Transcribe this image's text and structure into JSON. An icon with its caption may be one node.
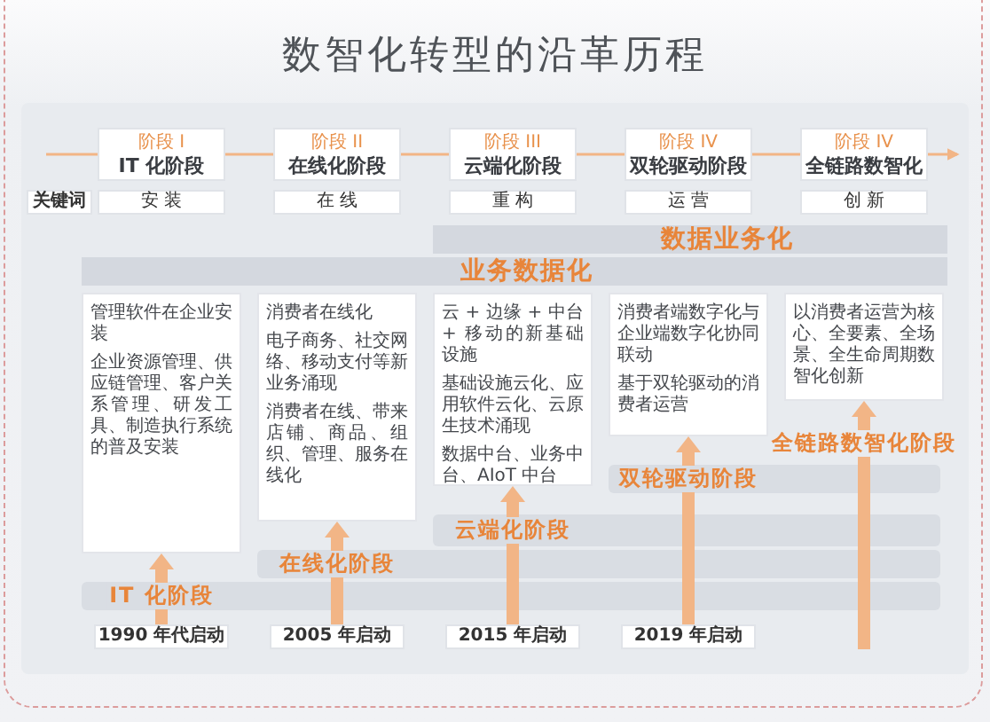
{
  "diagram": {
    "title": "数智化转型的沿革历程",
    "nodes": [
      {
        "text": [
          "阶段 I",
          "IT 化阶段"
        ]
      },
      {
        "text": [
          "阶段 II",
          "在线化阶段"
        ]
      },
      {
        "text": [
          "阶段 III",
          "云端化阶段"
        ]
      },
      {
        "text": [
          "阶段 IV",
          "双轮驱动阶段"
        ]
      },
      {
        "text": [
          "阶段 IV",
          "全链路数智化"
        ]
      },
      {
        "text": [
          "关键词"
        ]
      },
      {
        "text": [
          "安装"
        ]
      },
      {
        "text": [
          "在线"
        ]
      },
      {
        "text": [
          "重构"
        ]
      },
      {
        "text": [
          "运营"
        ]
      },
      {
        "text": [
          "创新"
        ]
      },
      {
        "text": [
          "数据业务化"
        ]
      },
      {
        "text": [
          "业务数据化"
        ]
      },
      {
        "text": [
          "管理软件在企业安装",
          "企业资源管理、供应链管理、客户关系管理、研发工具、制造执行系统的普及安装"
        ]
      },
      {
        "text": [
          "消费者在线化",
          "电子商务、社交网络、移动支付等新业务涌现",
          "消费者在线、带来店铺、商品、组织、管理、服务在线化"
        ]
      },
      {
        "text": [
          "云 + 边缘 + 中台 + 移动的新基础设施",
          "基础设施云化、应用软件云化、云原生技术涌现",
          "数据中台、业务中台、AIoT 中台"
        ]
      },
      {
        "text": [
          "消费者端数字化与企业端数字化协同联动",
          "基于双轮驱动的消费者运营"
        ]
      },
      {
        "text": [
          "以消费者运营为核心、全要素、全场景、全生命周期数智化创新"
        ]
      },
      {
        "text": [
          "1990 年代启动"
        ]
      },
      {
        "text": [
          "2005 年启动"
        ]
      },
      {
        "text": [
          "2015 年启动"
        ]
      },
      {
        "text": [
          "2019 年启动"
        ]
      }
    ],
    "edges": [
      {
        "from": null,
        "to": 0,
        "arrow": "none"
      },
      {
        "from": 0,
        "to": 1,
        "arrow": "none"
      },
      {
        "from": 1,
        "to": 2,
        "arrow": "none"
      },
      {
        "from": 2,
        "to": 3,
        "arrow": "none"
      },
      {
        "from": 3,
        "to": 4,
        "arrow": "none"
      },
      {
        "from": 4,
        "to": null,
        "arrow": "to"
      },
      {
        "from": 18,
        "to": 13,
        "arrow": "to",
        "style": "thick",
        "label": "IT 化阶段"
      },
      {
        "from": 19,
        "to": 14,
        "arrow": "to",
        "style": "thick",
        "label": "在线化阶段"
      },
      {
        "from": 20,
        "to": 15,
        "arrow": "to",
        "style": "thick",
        "label": "云端化阶段"
      },
      {
        "from": 21,
        "to": 16,
        "arrow": "to",
        "style": "thick",
        "label": "双轮驱动阶段"
      },
      {
        "from": null,
        "to": 17,
        "arrow": "to",
        "style": "thick",
        "label": "全链路数智化阶段"
      }
    ]
  }
}
